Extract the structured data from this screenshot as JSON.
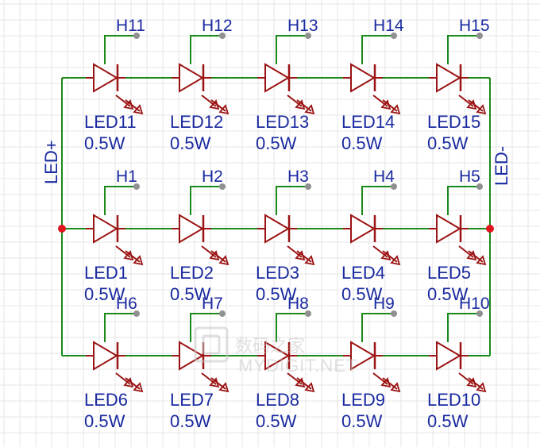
{
  "colors": {
    "wire": "#1a8a1a",
    "component": "#9b1313",
    "text": "#1a2aa0",
    "junction": "#e0141c",
    "pin": "#909090",
    "grid": "#e6e6e6",
    "watermark": "#c8c8c8"
  },
  "rails": {
    "left_label": "LED+",
    "right_label": "LED-"
  },
  "rows": [
    {
      "leds": [
        {
          "designator": "LED11",
          "value": "0.5W",
          "net": "H11"
        },
        {
          "designator": "LED12",
          "value": "0.5W",
          "net": "H12"
        },
        {
          "designator": "LED13",
          "value": "0.5W",
          "net": "H13"
        },
        {
          "designator": "LED14",
          "value": "0.5W",
          "net": "H14"
        },
        {
          "designator": "LED15",
          "value": "0.5W",
          "net": "H15"
        }
      ]
    },
    {
      "leds": [
        {
          "designator": "LED1",
          "value": "0.5W",
          "net": "H1"
        },
        {
          "designator": "LED2",
          "value": "0.5W",
          "net": "H2"
        },
        {
          "designator": "LED3",
          "value": "0.5W",
          "net": "H3"
        },
        {
          "designator": "LED4",
          "value": "0.5W",
          "net": "H4"
        },
        {
          "designator": "LED5",
          "value": "0.5W",
          "net": "H5"
        }
      ]
    },
    {
      "leds": [
        {
          "designator": "LED6",
          "value": "0.5W",
          "net": "H6"
        },
        {
          "designator": "LED7",
          "value": "0.5W",
          "net": "H7"
        },
        {
          "designator": "LED8",
          "value": "0.5W",
          "net": "H8"
        },
        {
          "designator": "LED9",
          "value": "0.5W",
          "net": "H9"
        },
        {
          "designator": "LED10",
          "value": "0.5W",
          "net": "H10"
        }
      ]
    }
  ],
  "watermark": {
    "title": "数码之家",
    "subtitle": "MYDIGIT.NET"
  }
}
